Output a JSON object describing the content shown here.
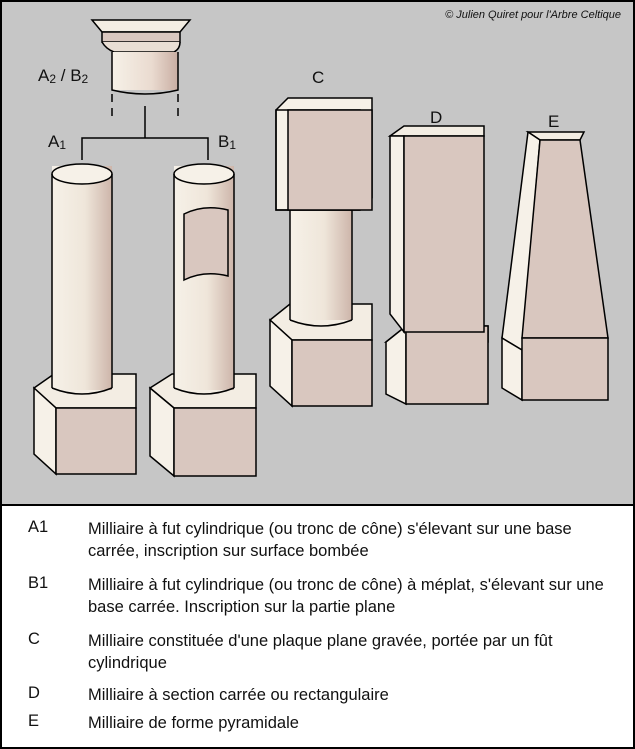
{
  "credit": "© Julien Quiret pour l'Arbre Celtique",
  "diagram_labels": {
    "a2b2": {
      "a": "A",
      "a_sub": "2",
      "sep": " / ",
      "b": "B",
      "b_sub": "2"
    },
    "a1": {
      "main": "A",
      "sub": "1"
    },
    "b1": {
      "main": "B",
      "sub": "1"
    },
    "c": "C",
    "d": "D",
    "e": "E"
  },
  "legend": [
    {
      "code": "A1",
      "text": "Milliaire à fut cylindrique (ou tronc de cône) s'élevant sur une base carrée, inscription sur surface bombée"
    },
    {
      "code": "B1",
      "text": "Milliaire à fut cylindrique (ou tronc de cône) à méplat, s'élevant sur une base carrée. Inscription sur la partie plane"
    },
    {
      "code": "C",
      "text": "Milliaire constituée d'une plaque plane gravée, portée par un fût cylindrique"
    },
    {
      "code": "D",
      "text": "Milliaire à section carrée ou rectangulaire"
    },
    {
      "code": "E",
      "text": "Milliaire de forme pyramidale"
    }
  ],
  "colors": {
    "background": "#c6c6c6",
    "stone": "#d9c7bf",
    "stone_light": "#f3ede3",
    "outline": "#000000"
  }
}
